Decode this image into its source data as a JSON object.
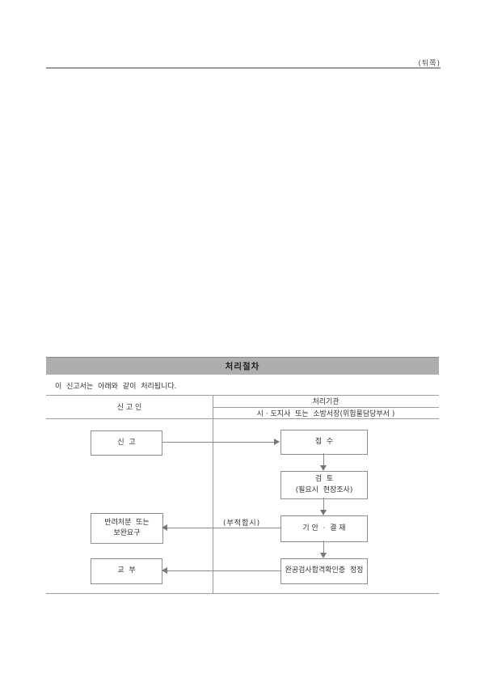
{
  "page": {
    "back_label": "(뒤쪽)"
  },
  "procedure": {
    "title": "처리절차",
    "intro": "이 신고서는 아래와 같이 처리됩니다.",
    "columns": {
      "left_header": "신 고 인",
      "right_header": "처리기관",
      "right_subheader": "시 · 도지사  또는  소방서장(위험물담당부서 )"
    },
    "flow": {
      "report": "신  고",
      "receipt": "접  수",
      "review_line1": "검  토",
      "review_line2": "(필요시  현장조사)",
      "draft_approval": "기 안  ·  결 재",
      "certificate_correction": "완공검사합격확인증  정정",
      "rejection_line1": "반려처분  또는",
      "rejection_line2": "보완요구",
      "issuance": "교  부",
      "unsuitable_label": "(부적합시)"
    },
    "colors": {
      "header_bar_bg": "#aeaeae",
      "line": "#9a9a9a",
      "text": "#333333"
    }
  }
}
